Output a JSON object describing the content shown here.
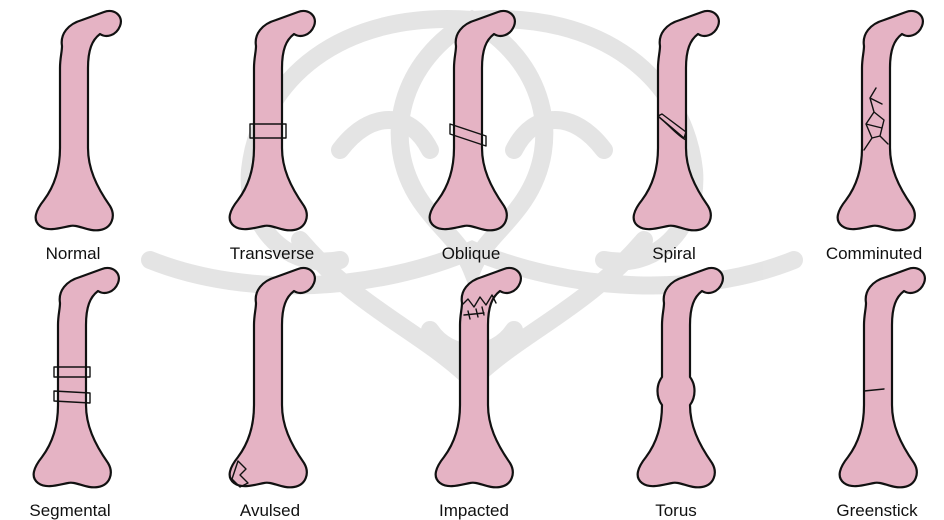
{
  "colors": {
    "bone_fill": "#e5b3c4",
    "bone_outline": "#111111",
    "watermark": "#cfcfcf"
  },
  "fracture_types": [
    {
      "label": "Normal",
      "kind": "normal"
    },
    {
      "label": "Transverse",
      "kind": "transverse"
    },
    {
      "label": "Oblique",
      "kind": "oblique"
    },
    {
      "label": "Spiral",
      "kind": "spiral"
    },
    {
      "label": "Comminuted",
      "kind": "comminuted"
    },
    {
      "label": "Segmental",
      "kind": "segmental"
    },
    {
      "label": "Avulsed",
      "kind": "avulsed"
    },
    {
      "label": "Impacted",
      "kind": "impacted"
    },
    {
      "label": "Torus",
      "kind": "torus"
    },
    {
      "label": "Greenstick",
      "kind": "greenstick"
    }
  ]
}
